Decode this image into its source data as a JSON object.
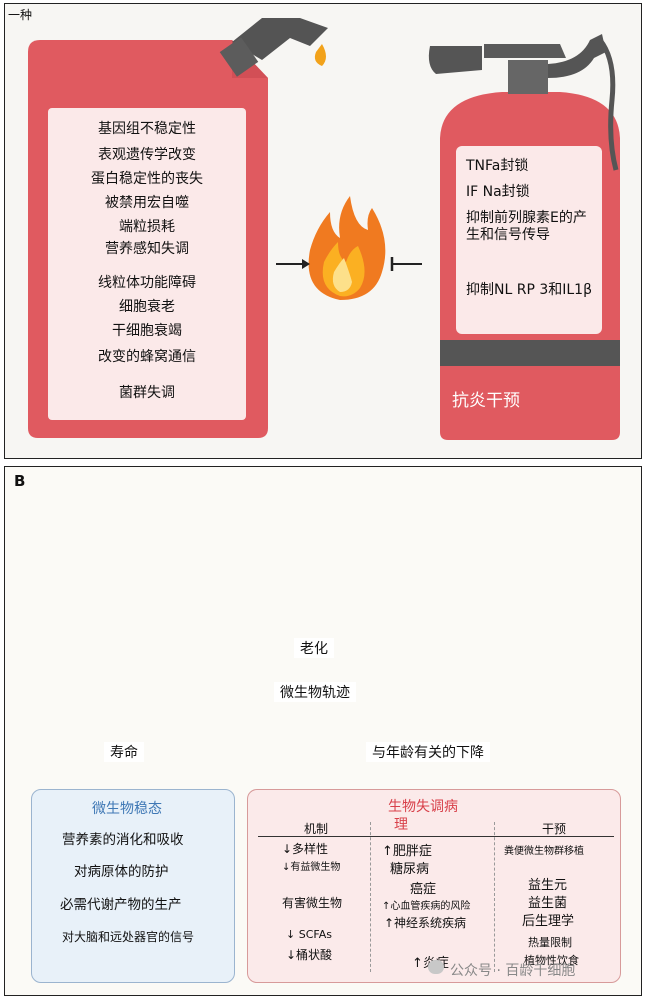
{
  "panel_a": {
    "corner_label": "一种",
    "problems": [
      "基因组不稳定性",
      "表观遗传学改变",
      "蛋白稳定性的丧失",
      "被禁用宏自噬",
      "端粒损耗",
      "营养感知失调",
      "线粒体功能障碍",
      "细胞衰老",
      "干细胞衰竭",
      "改变的蜂窝通信",
      "菌群失调"
    ],
    "extinguisher_items": [
      "TNFa封锁",
      "IF Na封锁",
      "抑制前列腺素E的产生和信号传导",
      "抑制NL RP 3和IL1β"
    ],
    "extinguisher_label": "抗炎干预"
  },
  "panel_b": {
    "label": "B",
    "aging": "老化",
    "trajectory": "微生物轨迹",
    "left_branch": "寿命",
    "right_branch": "与年龄有关的下降",
    "homeostasis": {
      "title": "微生物稳态",
      "items": [
        "营养素的消化和吸收",
        "对病原体的防护",
        "必需代谢产物的生产",
        "对大脑和远处器官的信号"
      ]
    },
    "dysbiosis": {
      "title_line1": "生物失调病",
      "title_line2": "理",
      "col_mechanism": "机制",
      "col_intervention": "干预",
      "mechanism_items": [
        "↓多样性",
        "↓有益微生物",
        "有害微生物",
        "↓ SCFAs",
        "↓桶状酸"
      ],
      "disease_items": [
        "↑肥胖症",
        "糖尿病",
        "癌症",
        "↑心血管疾病的风险",
        "↑神经系统疾病",
        "↑炎症"
      ],
      "intervention_items": [
        "粪便微生物群移植",
        "益生元",
        "益生菌",
        "后生理学",
        "热量限制",
        "植物性饮食"
      ]
    },
    "watermark": "公众号 · 百龄千细胞"
  },
  "colors": {
    "can_red": "#e05a60",
    "panel_pink": "#fbe9e9",
    "accent_red": "#d8404a",
    "flame_orange": "#f07a20",
    "blue_title": "#3f78b5"
  }
}
